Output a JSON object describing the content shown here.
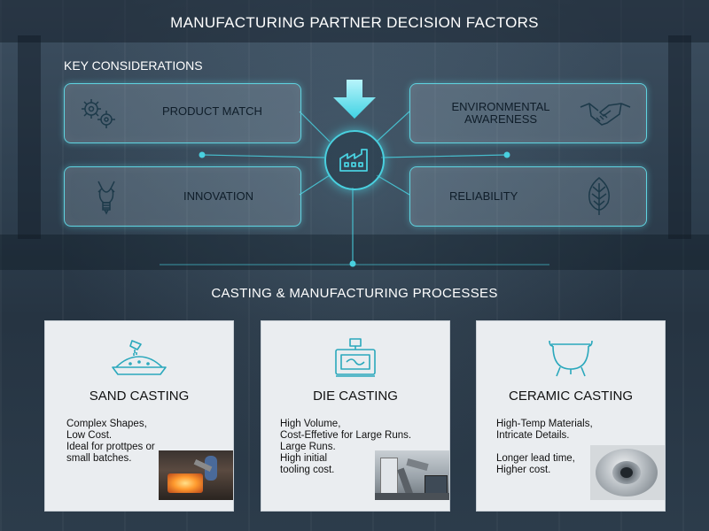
{
  "header": {
    "title": "MANUFACTURING PARTNER DECISION FACTORS",
    "subtitle": "KEY CONSIDERATIONS"
  },
  "factors": [
    {
      "label": "PRODUCT MATCH",
      "icon": "gears-icon"
    },
    {
      "label": "ENVIRONMENTAL AWARENESS",
      "label_lines": [
        "ENVIRONMENTAL",
        "AWARENESS"
      ],
      "icon": "handshake-icon"
    },
    {
      "label": "INNOVATION",
      "icon": "lightbulb-icon"
    },
    {
      "label": "RELIABILITY",
      "icon": "leaf-icon"
    }
  ],
  "hub": {
    "icon": "factory-icon"
  },
  "processes": {
    "title": "CASTING & MANUFACTURING PROCESSES",
    "cards": [
      {
        "title": "SAND CASTING",
        "icon": "sand-pour-icon",
        "lines": [
          "Complex Shapes,",
          "Low Cost.",
          "Ideal for prottpes or",
          "small batches."
        ],
        "photo": "foundry-photo"
      },
      {
        "title": "DIE CASTING",
        "icon": "die-press-icon",
        "lines": [
          "High Volume,",
          "Cost-Effetive for Large Runs.",
          "Large Runs.",
          "High initial",
          "tooling cost."
        ],
        "photo": "robot-line-photo"
      },
      {
        "title": "CERAMIC CASTING",
        "icon": "crucible-icon",
        "lines": [
          "High-Temp Materials,",
          "Intricate Details.",
          "Longer lead time,",
          "Higher cost."
        ],
        "photo": "bearing-part-photo"
      }
    ]
  },
  "colors": {
    "accent": "#49d0df",
    "card_bg": "#eaedf0",
    "text_dark": "#111111"
  }
}
